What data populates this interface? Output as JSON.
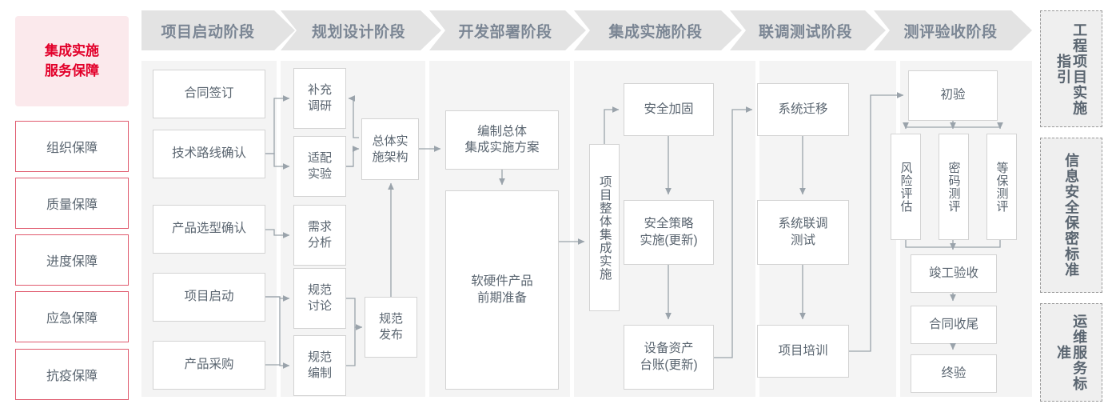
{
  "left_column": {
    "title": "集成实施\n服务保障",
    "title_lines": [
      "集成实施",
      "服务保障"
    ],
    "items": [
      {
        "label": "组织保障"
      },
      {
        "label": "质量保障"
      },
      {
        "label": "进度保障"
      },
      {
        "label": "应急保障"
      },
      {
        "label": "抗疫保障"
      }
    ]
  },
  "phases": [
    {
      "id": "phase-1",
      "header": "项目启动阶段",
      "nodes": [
        "合同签订",
        "技术路线确认",
        "产品选型确认",
        "项目启动",
        "产品采购"
      ]
    },
    {
      "id": "phase-2",
      "header": "规划设计阶段",
      "nodes": [
        "补充调研",
        "适配实验",
        "需求分析",
        "规范讨论",
        "规范编制",
        "总体实施架构",
        "规范发布"
      ]
    },
    {
      "id": "phase-3",
      "header": "开发部署阶段",
      "nodes": [
        "编制总体集成实施方案",
        "软硬件产品前期准备"
      ]
    },
    {
      "id": "phase-4",
      "header": "集成实施阶段",
      "nodes": [
        "项目整体集成实施",
        "安全加固",
        "安全策略实施(更新)",
        "设备资产台账(更新)"
      ]
    },
    {
      "id": "phase-5",
      "header": "联调测试阶段",
      "nodes": [
        "系统迁移",
        "系统联调测试",
        "项目培训"
      ]
    },
    {
      "id": "phase-6",
      "header": "测评验收阶段",
      "nodes": [
        "初验",
        "风险评估",
        "密码测评",
        "等保测评",
        "竣工验收",
        "合同收尾",
        "终验"
      ]
    }
  ],
  "nodes": {
    "n_contract": "合同签订",
    "n_tech_route": "技术路线确认",
    "n_product_sel": "产品选型确认",
    "n_kickoff": "项目启动",
    "n_procure": "产品采购",
    "n_survey_l1": "补充",
    "n_survey_l2": "调研",
    "n_adapt_l1": "适配",
    "n_adapt_l2": "实验",
    "n_req_l1": "需求",
    "n_req_l2": "分析",
    "n_spec_disc_l1": "规范",
    "n_spec_disc_l2": "讨论",
    "n_spec_make_l1": "规范",
    "n_spec_make_l2": "编制",
    "n_arch_l1": "总体实",
    "n_arch_l2": "施架构",
    "n_spec_pub_l1": "规范",
    "n_spec_pub_l2": "发布",
    "n_plan_l1": "编制总体",
    "n_plan_l2": "集成实施方案",
    "n_prep_l1": "软硬件产品",
    "n_prep_l2": "前期准备",
    "n_overall": "项目整体集成实施",
    "n_harden": "安全加固",
    "n_policy_l1": "安全策略",
    "n_policy_l2": "实施(更新)",
    "n_asset_l1": "设备资产",
    "n_asset_l2": "台账(更新)",
    "n_migrate": "系统迁移",
    "n_jointtest_l1": "系统联调",
    "n_jointtest_l2": "测试",
    "n_training": "项目培训",
    "n_prelim": "初验",
    "n_risk": "风险评估",
    "n_crypto": "密码测评",
    "n_mlps": "等保测评",
    "n_final_accept": "竣工验收",
    "n_contract_close": "合同收尾",
    "n_final": "终验"
  },
  "standards": [
    {
      "label": "工程项目实施指引"
    },
    {
      "label": "信息安全保密标准"
    },
    {
      "label": "运维服务标准"
    }
  ],
  "colors": {
    "accent_red": "#e2002a",
    "accent_red_border": "#e05a6e",
    "accent_red_bg": "#fbe9ec",
    "panel_bg": "#f4f4f4",
    "header_bg": "#e3e3e3",
    "header_text": "#7b8694",
    "node_border": "#d3d3d3",
    "text": "#5a6570",
    "wire": "#9aa3ab"
  }
}
